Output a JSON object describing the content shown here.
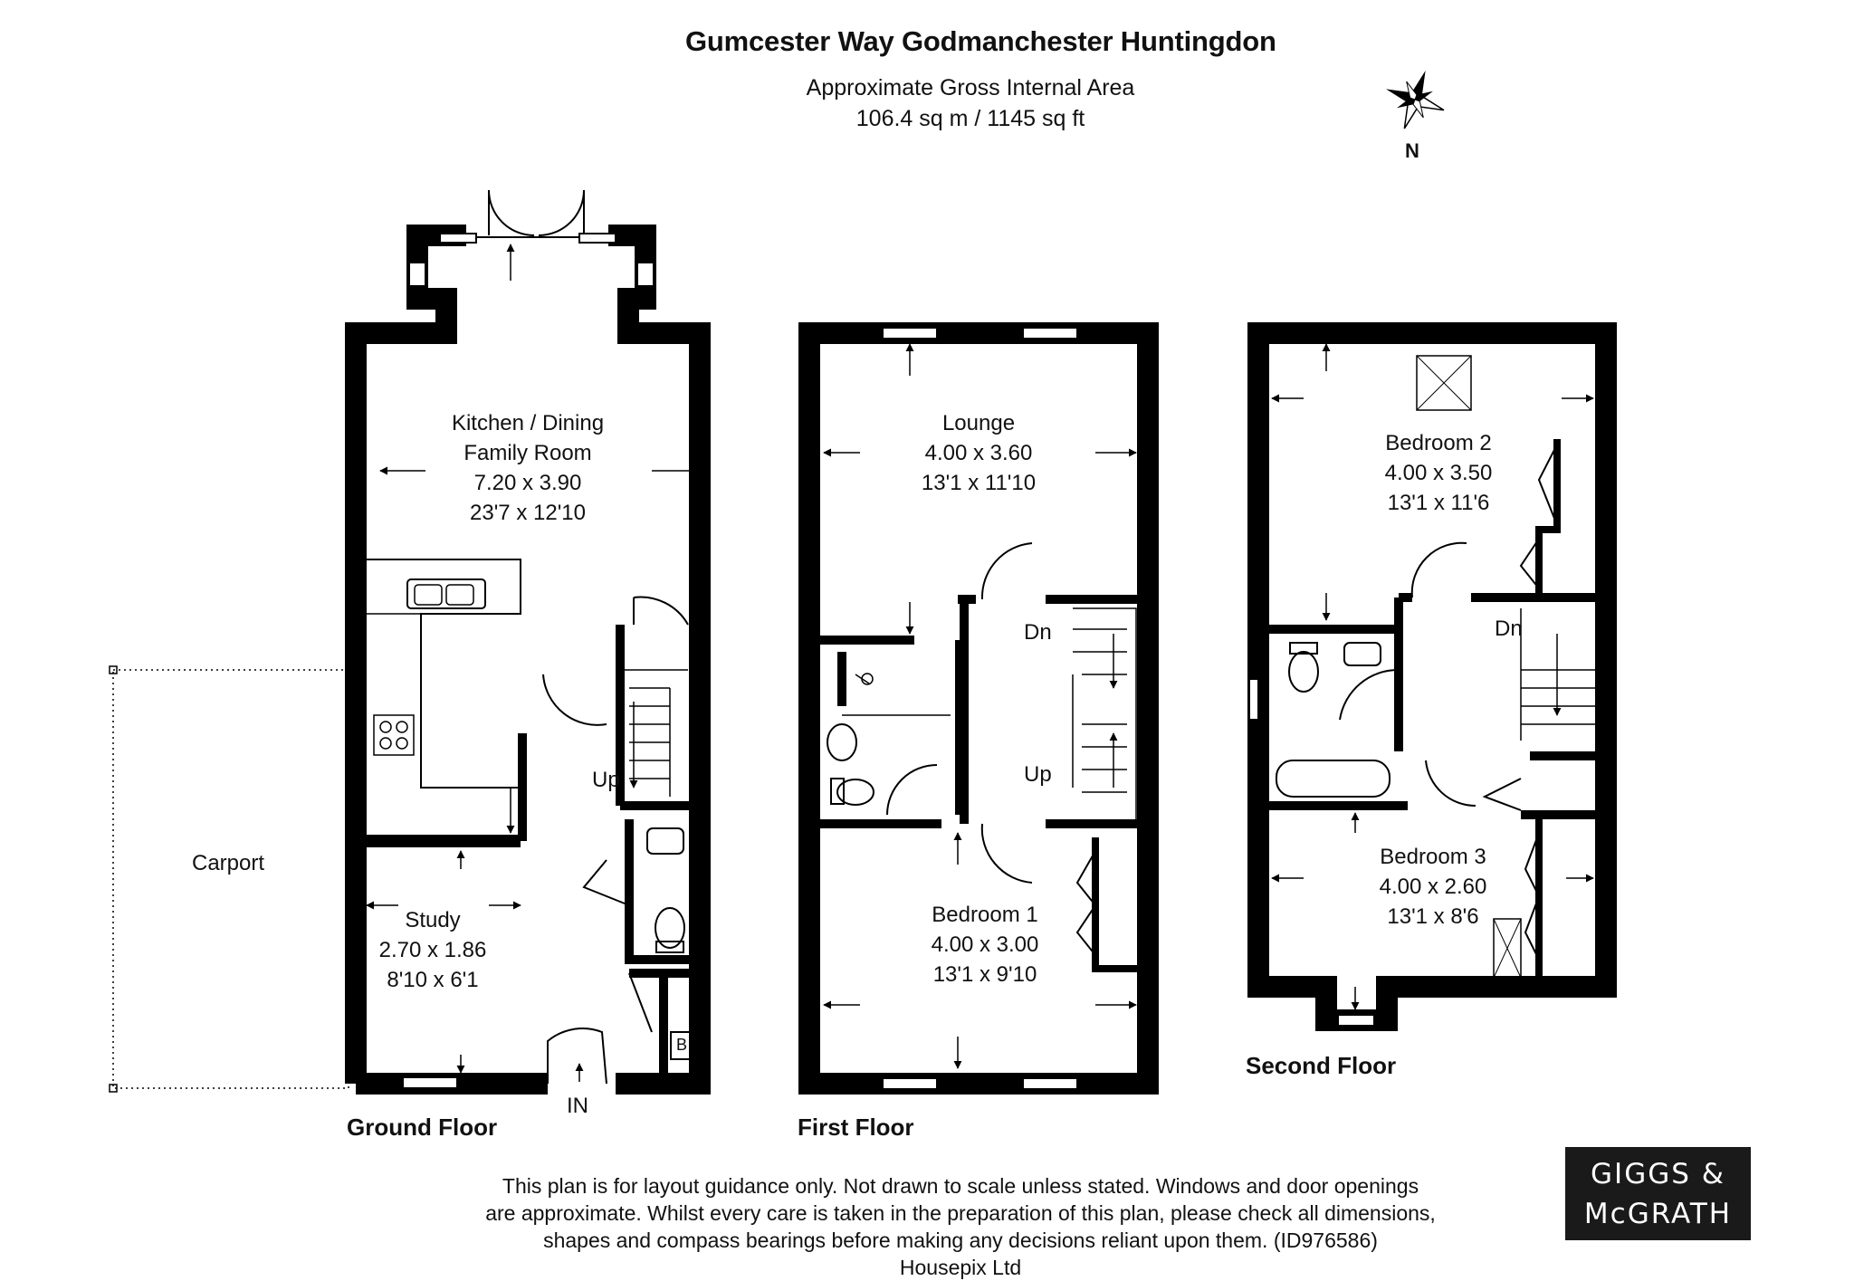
{
  "title": "Gumcester Way Godmanchester Huntingdon",
  "area": {
    "label": "Approximate Gross Internal Area",
    "value": "106.4 sq m / 1145 sq ft"
  },
  "compass": {
    "north_label": "N"
  },
  "floors": {
    "ground": {
      "label": "Ground Floor",
      "kitchen": {
        "name_line1": "Kitchen / Dining",
        "name_line2": "Family Room",
        "metric": "7.20 x 3.90",
        "imperial": "23'7 x 12'10"
      },
      "study": {
        "name": "Study",
        "metric": "2.70 x 1.86",
        "imperial": "8'10 x 6'1"
      },
      "carport": "Carport",
      "stairs": "Up",
      "entrance": "IN",
      "boiler": "B"
    },
    "first": {
      "label": "First Floor",
      "lounge": {
        "name": "Lounge",
        "metric": "4.00 x 3.60",
        "imperial": "13'1 x 11'10"
      },
      "bedroom1": {
        "name": "Bedroom 1",
        "metric": "4.00 x 3.00",
        "imperial": "13'1 x 9'10"
      },
      "stairs_down": "Dn",
      "stairs_up": "Up"
    },
    "second": {
      "label": "Second Floor",
      "bedroom2": {
        "name": "Bedroom 2",
        "metric": "4.00 x 3.50",
        "imperial": "13'1 x 11'6"
      },
      "bedroom3": {
        "name": "Bedroom 3",
        "metric": "4.00 x 2.60",
        "imperial": "13'1 x 8'6"
      },
      "stairs_down": "Dn"
    }
  },
  "disclaimer": {
    "line1": "This plan is for layout guidance only. Not drawn to scale unless stated. Windows and door openings",
    "line2": "are approximate. Whilst every care is taken in the preparation of this plan, please check all dimensions,",
    "line3": "shapes and compass bearings before making any decisions reliant upon them. (ID976586)",
    "line4": "Housepix Ltd"
  },
  "logo": {
    "line1": "GIGGS &",
    "line2": "McGRATH"
  },
  "colors": {
    "wall": "#000000",
    "background": "#ffffff",
    "logo_bg": "#1a1a1a"
  }
}
